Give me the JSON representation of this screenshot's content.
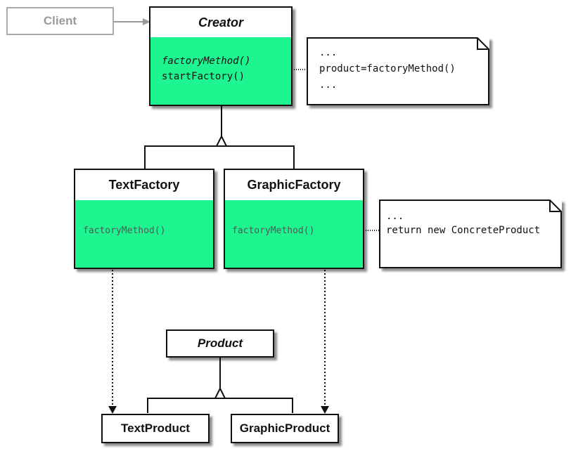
{
  "client": {
    "label": "Client"
  },
  "creator": {
    "name": "Creator",
    "methods": [
      "factoryMethod()",
      "startFactory()"
    ]
  },
  "creator_note": {
    "lines": [
      "...",
      "product=factoryMethod()",
      "..."
    ]
  },
  "text_factory": {
    "name": "TextFactory",
    "methods": [
      "factoryMethod()"
    ]
  },
  "graphic_factory": {
    "name": "GraphicFactory",
    "methods": [
      "factoryMethod()"
    ]
  },
  "graphic_note": {
    "lines": [
      "...",
      "return new ConcreteProduct"
    ]
  },
  "product": {
    "name": "Product"
  },
  "text_product": {
    "name": "TextProduct"
  },
  "graphic_product": {
    "name": "GraphicProduct"
  },
  "colors": {
    "class_body": "#1ef590",
    "border": "#111111",
    "client_gray": "#9a9a9a"
  }
}
